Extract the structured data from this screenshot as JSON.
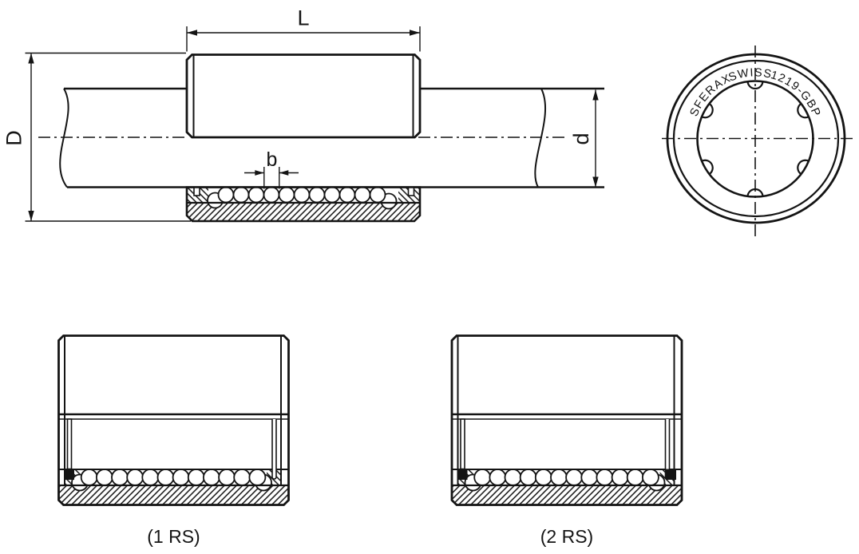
{
  "colors": {
    "ink": "#141414",
    "paper": "#ffffff"
  },
  "side_view": {
    "dim_length": "L",
    "dim_outer_diameter": "D",
    "dim_ball_pitch": "b",
    "dim_shaft_diameter": "d"
  },
  "end_view": {
    "brand": "SFERAX",
    "origin": "SWISS",
    "model": "1219-GBP"
  },
  "detail_views": [
    {
      "caption": "(1 RS)"
    },
    {
      "caption": "(2 RS)"
    }
  ]
}
